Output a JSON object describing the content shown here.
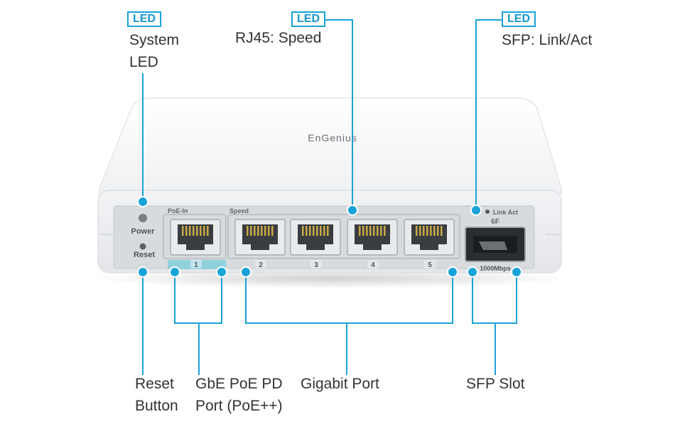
{
  "colors": {
    "callout": "#1aa3d9",
    "text": "#333333",
    "device": "#f4f5f6",
    "panel": "#d6dadd"
  },
  "callouts_top": [
    {
      "tag": "LED",
      "line1": "System",
      "line2": "LED"
    },
    {
      "tag": "LED",
      "line1": "RJ45: Speed"
    },
    {
      "tag": "LED",
      "line1": "SFP: Link/Act"
    }
  ],
  "callouts_bottom": {
    "reset": {
      "line1": "Reset",
      "line2": "Button"
    },
    "poe": {
      "line1": "GbE PoE PD",
      "line2": "Port (PoE++)"
    },
    "gigabit": {
      "line1": "Gigabit Port"
    },
    "sfp": {
      "line1": "SFP Slot"
    }
  },
  "device": {
    "brand": "EnGenius",
    "power_label": "Power",
    "reset_label": "Reset",
    "poe_in_label": "PoE-In",
    "speed_label": "Speed",
    "link_act_label": "Link Act",
    "sfp_port_label": "6F",
    "sfp_speed_label": "1000Mbps",
    "port_numbers": [
      "1",
      "2",
      "3",
      "4",
      "5"
    ]
  }
}
